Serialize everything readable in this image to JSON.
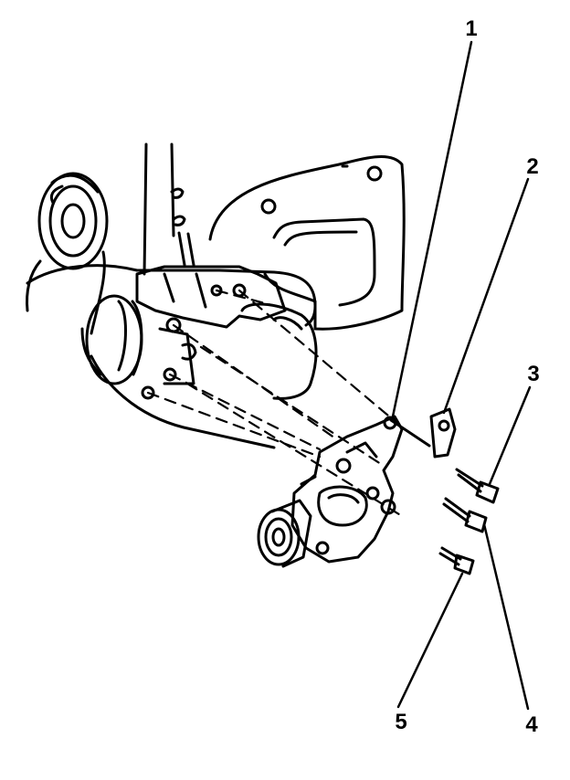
{
  "diagram": {
    "callouts": {
      "c1": "1",
      "c2": "2",
      "c3": "3",
      "c4": "4",
      "c5": "5"
    },
    "colors": {
      "ink": "#000000",
      "paper": "#ffffff"
    }
  }
}
